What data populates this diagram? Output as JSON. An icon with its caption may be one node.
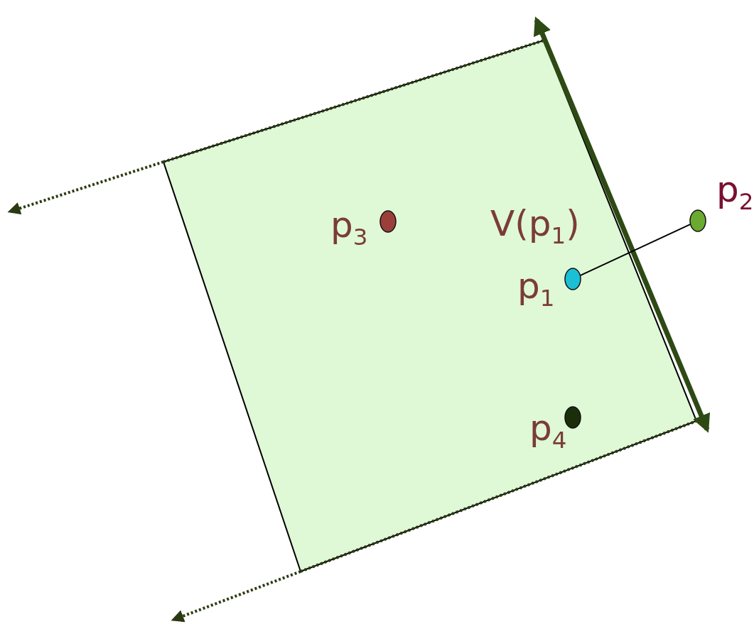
{
  "diagram": {
    "nodes": [
      {
        "text": [
          "V(p$_{1}$)"
        ]
      },
      {
        "text": [],
        "shape": "circle",
        "beside": [
          "p$_{2}$"
        ]
      },
      {
        "text": [],
        "shape": "circle",
        "beside": [
          "p$_{3}$"
        ],
        "in": 0
      },
      {
        "text": [],
        "shape": "circle",
        "beside": [
          "p$_{1}$"
        ],
        "in": 0
      },
      {
        "text": [],
        "shape": "circle",
        "beside": [
          "p$_{4}$"
        ],
        "in": 0
      }
    ],
    "edges": [
      {
        "from": 3,
        "to": 1,
        "arrow": "none"
      }
    ]
  }
}
